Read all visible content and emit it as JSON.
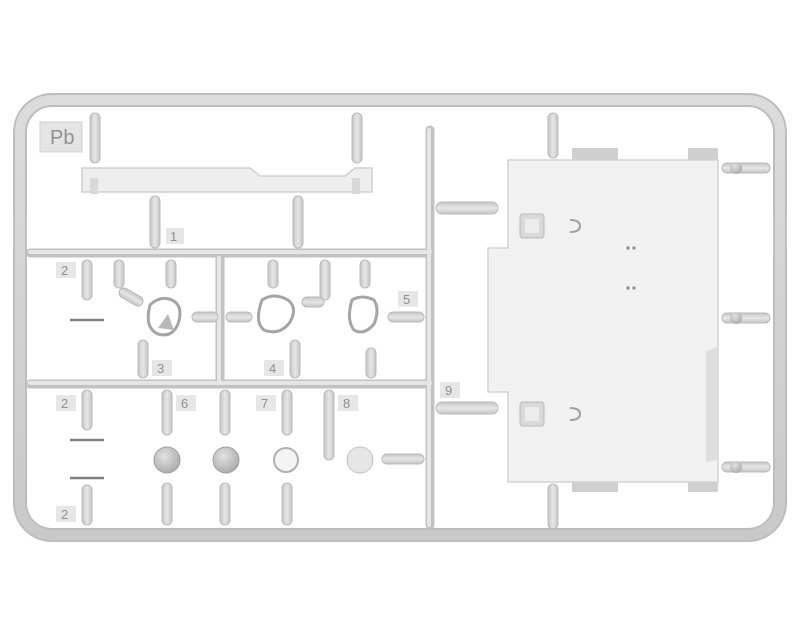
{
  "sprue": {
    "letter": "Pb",
    "part_numbers": [
      "1",
      "2",
      "2",
      "2",
      "3",
      "4",
      "5",
      "6",
      "7",
      "8",
      "9"
    ]
  },
  "colors": {
    "background": "#ffffff",
    "plastic": "#d6d6d6",
    "plastic_light": "#ececec",
    "plastic_shadow": "#b5b5b5",
    "tag_text": "#8f8f8f"
  }
}
